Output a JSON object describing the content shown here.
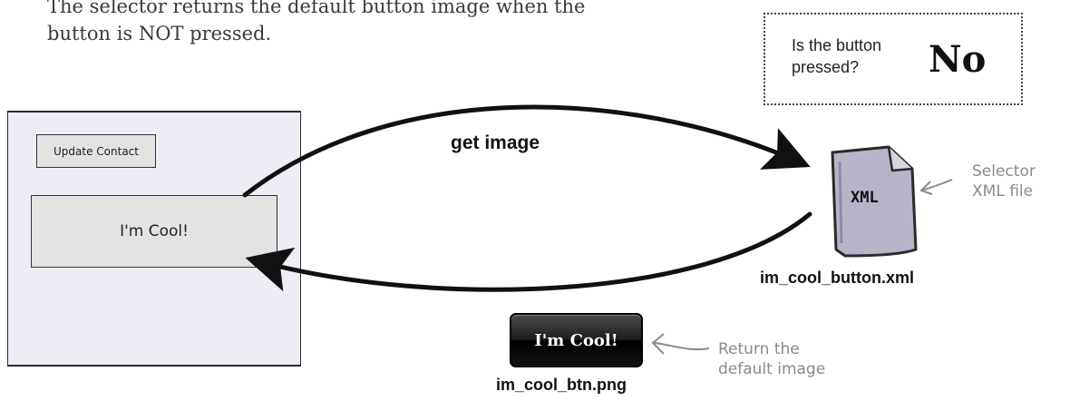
{
  "caption": {
    "line1": "The selector returns the default button image when the",
    "line2": "button is NOT pressed."
  },
  "state_box": {
    "question_line1": "Is the button",
    "question_line2": "pressed?",
    "answer": "No"
  },
  "phone_screen": {
    "update_contact_label": "Update Contact",
    "cool_button_label": "I'm Cool!"
  },
  "arrows": {
    "get_image_label": "get image"
  },
  "xml_file": {
    "icon_text": "XML",
    "filename": "im_cool_button.xml",
    "annotation_line1": "Selector",
    "annotation_line2": "XML file"
  },
  "image_button": {
    "label": "I'm Cool!",
    "filename": "im_cool_btn.png",
    "annotation_line1": "Return the",
    "annotation_line2": "default image"
  },
  "colors": {
    "phone_bg": "#eeedf6",
    "file_fill": "#b8b4c8",
    "annotation_gray": "#8a8a8a"
  }
}
